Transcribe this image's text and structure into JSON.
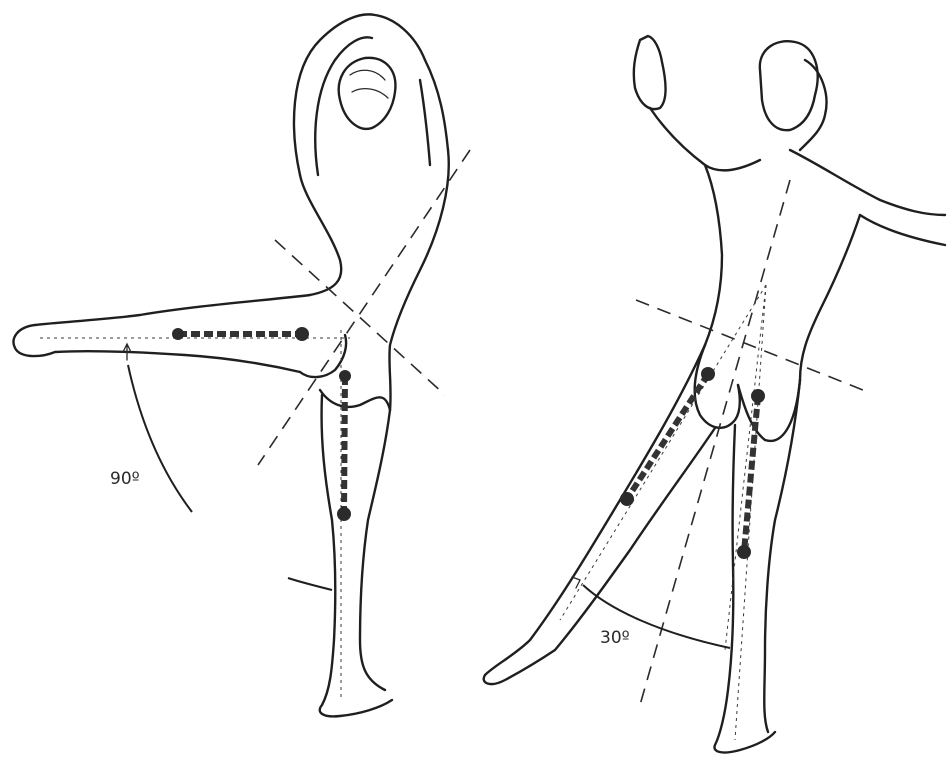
{
  "figures": [
    {
      "id": "left",
      "angle_label": "90º",
      "angle_value": 90
    },
    {
      "id": "right",
      "angle_label": "30º",
      "angle_value": 30
    }
  ]
}
